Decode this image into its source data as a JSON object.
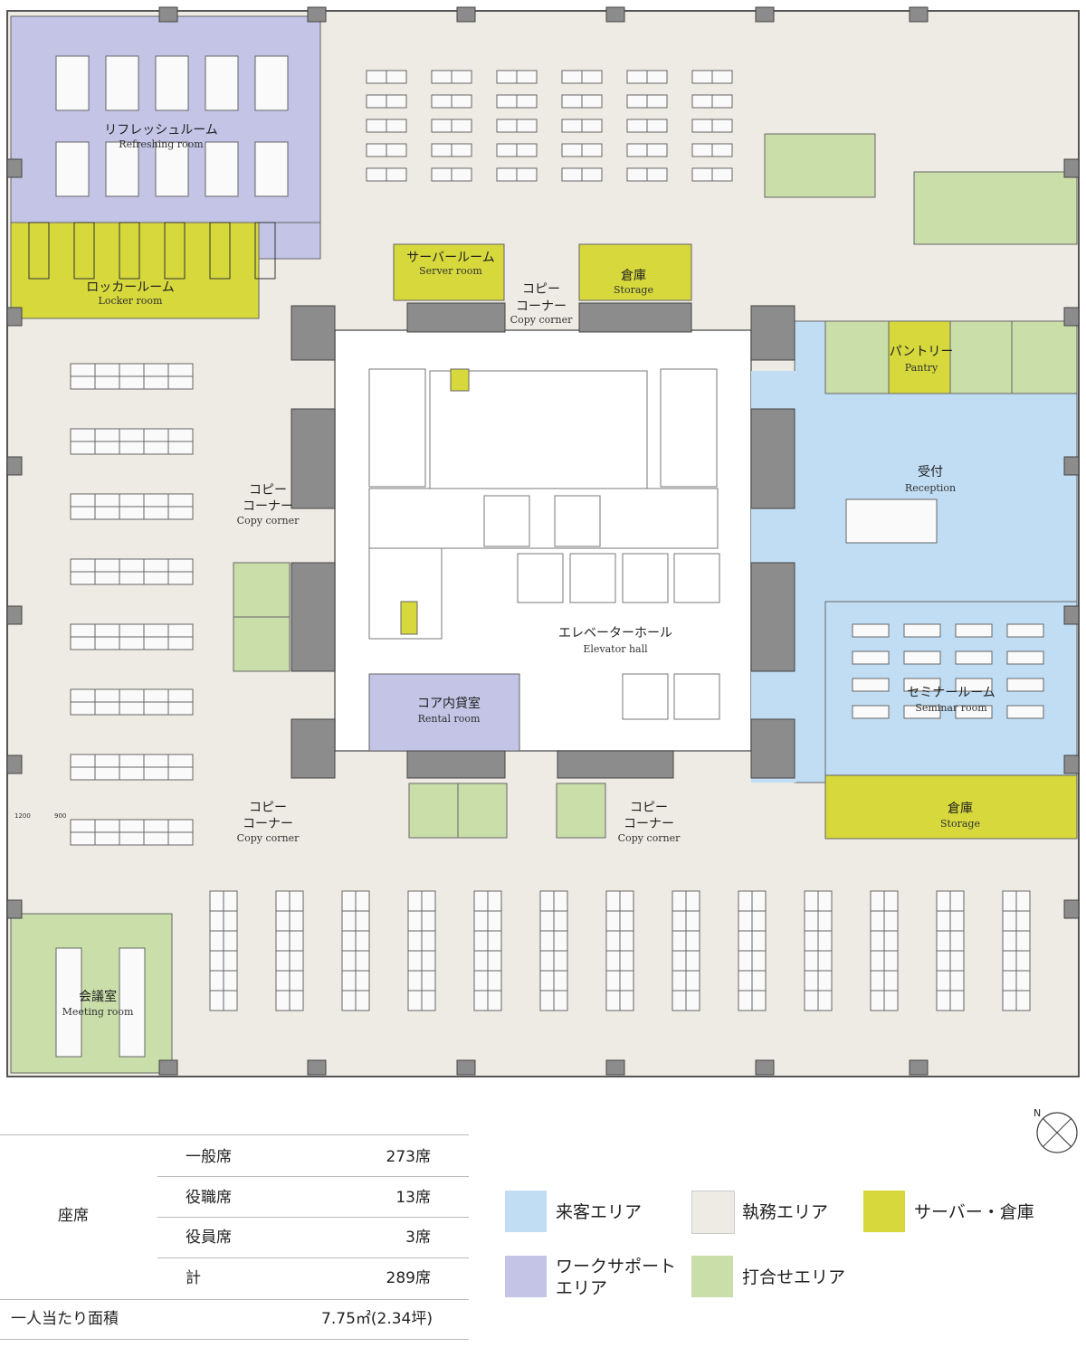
{
  "rooms": {
    "refreshing": {
      "ja": "リフレッシュルーム",
      "en": "Refreshing room"
    },
    "locker": {
      "ja": "ロッカールーム",
      "en": "Locker room"
    },
    "server": {
      "ja": "サーバールーム",
      "en": "Server room"
    },
    "storage_top": {
      "ja": "倉庫",
      "en": "Storage"
    },
    "copy_top": {
      "ja1": "コピー",
      "ja2": "コーナー",
      "en": "Copy corner"
    },
    "pantry": {
      "ja": "パントリー",
      "en": "Pantry"
    },
    "reception": {
      "ja": "受付",
      "en": "Reception"
    },
    "copy_left1": {
      "ja1": "コピー",
      "ja2": "コーナー",
      "en": "Copy corner"
    },
    "elevator": {
      "ja": "エレベーターホール",
      "en": "Elevator hall"
    },
    "rental": {
      "ja": "コア内貸室",
      "en": "Rental room"
    },
    "seminar": {
      "ja": "セミナールーム",
      "en": "Seminar room"
    },
    "copy_left2": {
      "ja1": "コピー",
      "ja2": "コーナー",
      "en": "Copy corner"
    },
    "copy_mid": {
      "ja1": "コピー",
      "ja2": "コーナー",
      "en": "Copy corner"
    },
    "storage_right": {
      "ja": "倉庫",
      "en": "Storage"
    },
    "meeting": {
      "ja": "会議室",
      "en": "Meeting room"
    }
  },
  "dimensions": {
    "a": "1200",
    "b": "900"
  },
  "seat_table": {
    "group_label": "座席",
    "rows": [
      {
        "label": "一般席",
        "value": "273席"
      },
      {
        "label": "役職席",
        "value": "13席"
      },
      {
        "label": "役員席",
        "value": "3席"
      },
      {
        "label": "計",
        "value": "289席"
      }
    ],
    "area_label": "一人当たり面積",
    "area_value": "7.75㎡(2.34坪)"
  },
  "legend": [
    {
      "label": "来客エリア",
      "color": "#c0ddf4"
    },
    {
      "label": "執務エリア",
      "color": "#eeebe4"
    },
    {
      "label": "サーバー・倉庫",
      "color": "#d6d83c"
    },
    {
      "label": "ワークサポート\nエリア",
      "color": "#c3c4e6"
    },
    {
      "label": "打合せエリア",
      "color": "#cadeaa"
    }
  ],
  "compass": {
    "label": "N"
  },
  "colors": {
    "visitor": "#c0ddf4",
    "office": "#eeebe4",
    "storage": "#d6d83c",
    "support": "#c3c4e6",
    "meeting": "#cadeaa",
    "core": "#ffffff",
    "column": "#8c8c8c",
    "wall": "#555555"
  }
}
